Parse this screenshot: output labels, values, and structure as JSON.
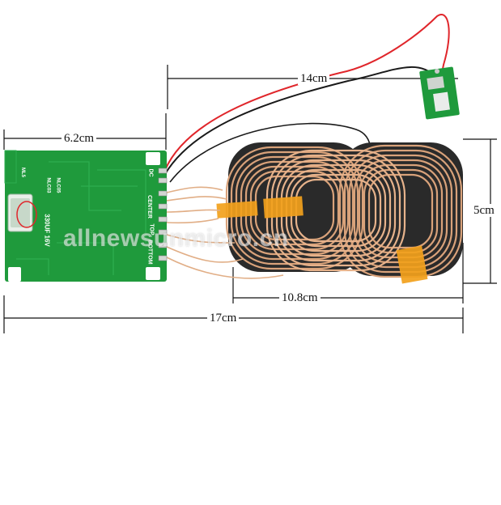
{
  "dimensions": {
    "length_14": "14cm",
    "width_pcb": "6.2cm",
    "height_coil": "5cm",
    "length_coil": "10.8cm",
    "length_total": "17cm"
  },
  "pcb_silkscreen": {
    "side_labels": [
      "DC",
      "CENTER",
      "TOP",
      "BOTTOM"
    ],
    "capacitor": "330UF 16V",
    "other_marks": [
      "NLC03",
      "NLC05",
      "ML5"
    ]
  },
  "watermark": "allnewsunmicro.cn",
  "colors": {
    "pcb_green": "#1f9a3c",
    "copper": "#d9a27a",
    "kapton_tape": "#f2a11c",
    "ferrite_black": "#2a2a2a",
    "wire_red": "#e0262b",
    "wire_black": "#1a1a1a"
  }
}
